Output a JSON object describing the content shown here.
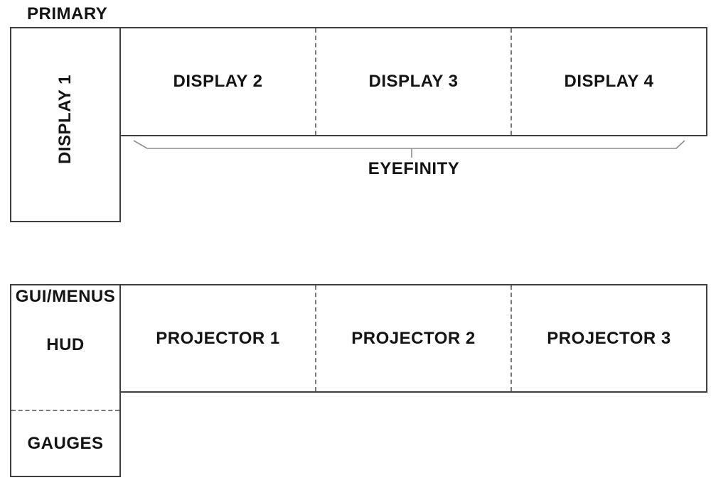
{
  "diagram": {
    "primary_label": "PRIMARY",
    "display1_label": "DISPLAY 1",
    "eyefinity_label": "EYEFINITY",
    "displays": [
      "DISPLAY 2",
      "DISPLAY 3",
      "DISPLAY 4"
    ],
    "left_panel": {
      "top_label": "GUI/MENUS",
      "middle_label": "HUD",
      "bottom_label": "GAUGES"
    },
    "projectors": [
      "PROJECTOR 1",
      "PROJECTOR 2",
      "PROJECTOR 3"
    ],
    "colors": {
      "line": "#3f3f3f",
      "dash": "#7a7a7a",
      "brace": "#8c8c8c",
      "text": "#141414",
      "background": "#ffffff"
    }
  }
}
